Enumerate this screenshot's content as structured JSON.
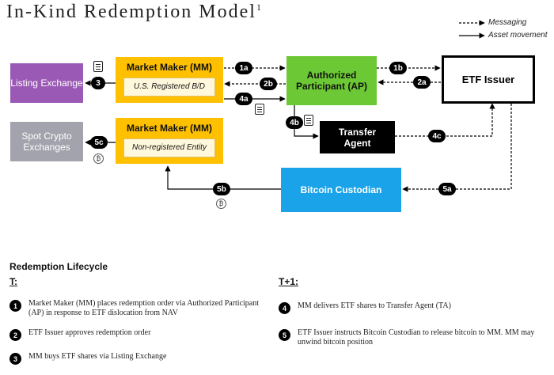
{
  "title": "In-Kind Redemption Model",
  "title_sup": "1",
  "legend": {
    "messaging": "Messaging",
    "asset": "Asset movement"
  },
  "nodes": {
    "listing": "Listing Exchange",
    "spot": "Spot Crypto Exchanges",
    "mm1": {
      "title": "Market Maker (MM)",
      "sub": "U.S. Registered B/D"
    },
    "mm2": {
      "title": "Market Maker (MM)",
      "sub": "Non-registered Entity"
    },
    "ap": "Authorized Participant (AP)",
    "issuer": "ETF Issuer",
    "ta": "Transfer Agent",
    "custodian": "Bitcoin Custodian"
  },
  "labels": {
    "l3": "3",
    "l1a": "1a",
    "l1b": "1b",
    "l2a": "2a",
    "l2b": "2b",
    "l4a": "4a",
    "l4b": "4b",
    "l4c": "4c",
    "l5a": "5a",
    "l5b": "5b",
    "l5c": "5c"
  },
  "bitcoin_symbol": "₿",
  "lifecycle": {
    "heading": "Redemption Lifecycle",
    "t_label": "T:",
    "t1_label": "T+1:",
    "steps_t": [
      {
        "num": "1",
        "text": "Market Maker (MM) places redemption order via Authorized Participant (AP) in response to ETF dislocation from NAV"
      },
      {
        "num": "2",
        "text": "ETF Issuer approves redemption order"
      },
      {
        "num": "3",
        "text": "MM buys ETF shares via Listing Exchange"
      }
    ],
    "steps_t1": [
      {
        "num": "4",
        "text": "MM delivers ETF shares to Transfer Agent (TA)"
      },
      {
        "num": "5",
        "text": "ETF Issuer instructs Bitcoin Custodian to release bitcoin to MM. MM may unwind bitcoin position"
      }
    ]
  },
  "colors": {
    "listing": "#9b59b6",
    "spot": "#a3a3ad",
    "mm": "#ffc000",
    "ap": "#6cc834",
    "ta": "#000000",
    "custodian": "#1aa3e8"
  }
}
